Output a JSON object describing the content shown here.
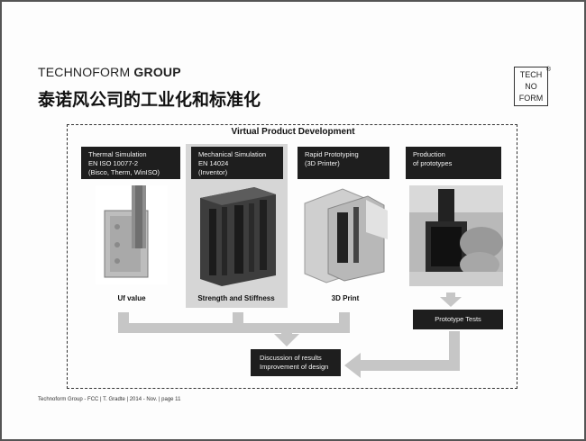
{
  "header": {
    "brand_prefix": "TECHNOFORM ",
    "brand_bold": "GROUP",
    "title": "泰诺风公司的工业化和标准化",
    "logo_lines": [
      "TECH",
      "NO",
      "FORM"
    ],
    "logo_mark": "®"
  },
  "diagram": {
    "title": "Virtual Product Development",
    "stages": [
      {
        "lines": [
          "Thermal Simulation",
          "EN ISO 10077-2",
          "(Bisco, Therm, WinISO)"
        ],
        "caption": "Uf value"
      },
      {
        "lines": [
          "Mechanical Simulation",
          "EN 14024",
          "(Inventor)"
        ],
        "caption": "Strength and Stiffness"
      },
      {
        "lines": [
          "Rapid Prototyping",
          "(3D Printer)"
        ],
        "caption": "3D Print"
      },
      {
        "lines": [
          "Production",
          "of prototypes"
        ],
        "caption": ""
      }
    ],
    "prototype_tests": "Prototype Tests",
    "discussion_lines": [
      "Discussion of results",
      "Improvement of design"
    ]
  },
  "footer": {
    "text": "Technoform Group - FCC | T. Gradte | 2014 - Nov. | page 11"
  }
}
